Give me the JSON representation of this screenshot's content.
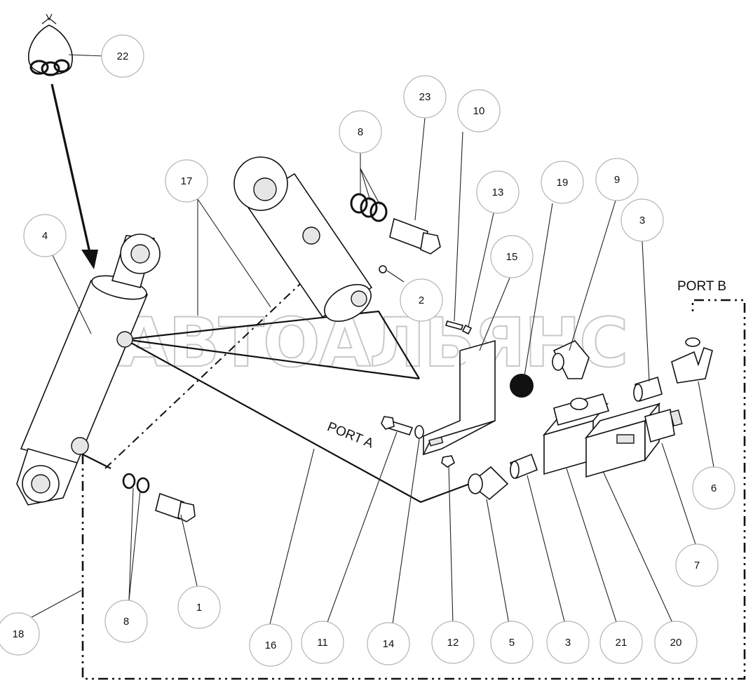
{
  "watermark": "АВТОАЛЬЯНС",
  "ports": {
    "a": "PORT A",
    "b": "PORT B"
  },
  "callouts": [
    "22",
    "23",
    "10",
    "8",
    "17",
    "13",
    "19",
    "9",
    "4",
    "15",
    "3",
    "2",
    "6",
    "7",
    "18",
    "8",
    "1",
    "16",
    "11",
    "14",
    "12",
    "5",
    "3",
    "21",
    "20"
  ]
}
